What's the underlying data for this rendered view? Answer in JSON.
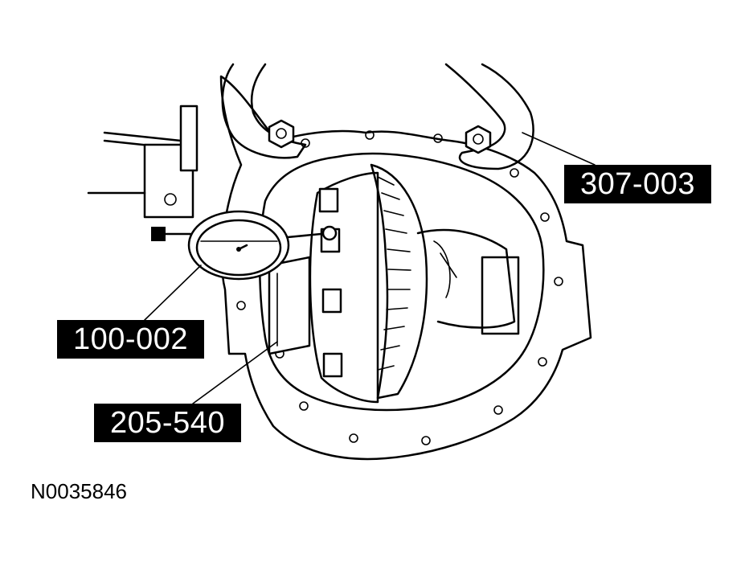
{
  "callouts": {
    "tool_307": "307-003",
    "tool_100": "100-002",
    "tool_205": "205-540"
  },
  "figure_id": "N0035846"
}
